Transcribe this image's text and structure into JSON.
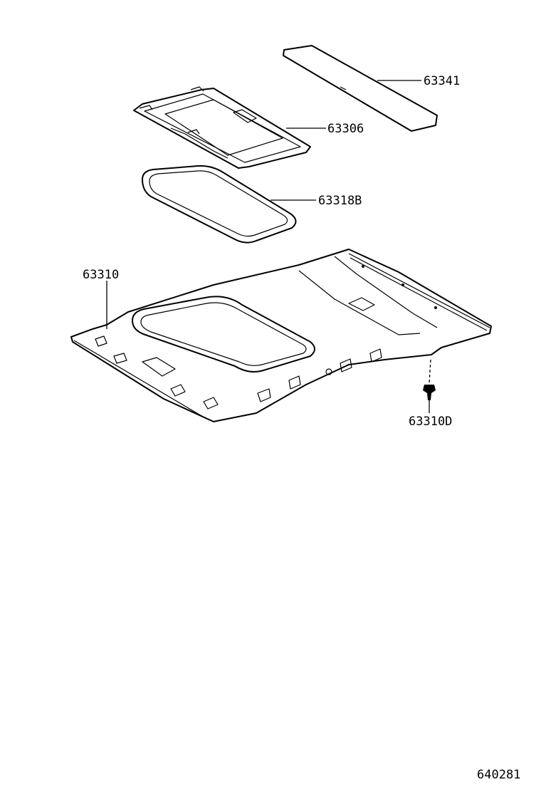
{
  "diagram": {
    "callouts": [
      {
        "id": "visor-panel",
        "part_number": "63341"
      },
      {
        "id": "sunroof-trim-frame",
        "part_number": "63306"
      },
      {
        "id": "opening-trim-seal",
        "part_number": "63318B"
      },
      {
        "id": "roof-headlining",
        "part_number": "63310"
      },
      {
        "id": "headlining-clip",
        "part_number": "63310D"
      }
    ],
    "figure_ref": "640281"
  }
}
